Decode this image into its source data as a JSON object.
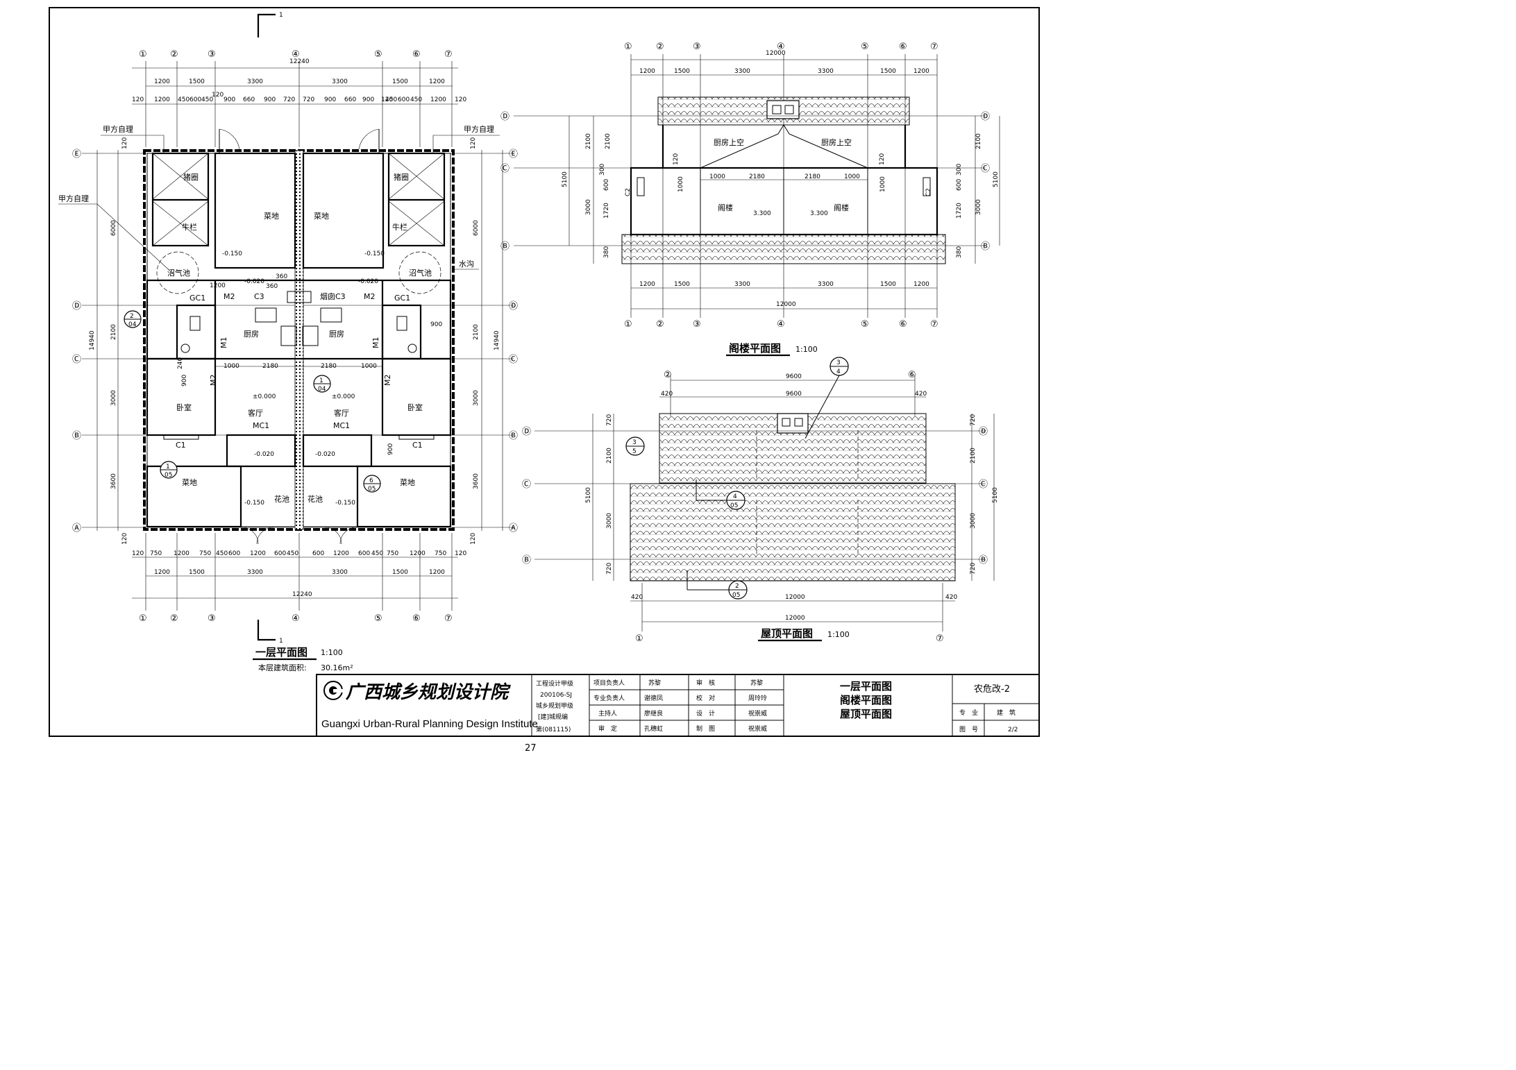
{
  "page": {
    "number": "27"
  },
  "grid": {
    "cols_ground": [
      "①",
      "②",
      "③",
      "④",
      "⑤",
      "⑥",
      "⑦"
    ],
    "cols_attic": [
      "①",
      "②",
      "③",
      "④",
      "⑤",
      "⑥",
      "⑦"
    ],
    "rows_ground": [
      "Ⓔ",
      "Ⓓ",
      "Ⓒ",
      "Ⓑ",
      "Ⓐ"
    ],
    "rows_attic": [
      "Ⓓ",
      "Ⓒ",
      "Ⓑ"
    ],
    "roof_top_axes": [
      "②",
      "⑥"
    ],
    "roof_bottom_axes": [
      "①",
      "⑦"
    ],
    "roof_rows": [
      "Ⓓ",
      "Ⓒ",
      "Ⓑ"
    ]
  },
  "section_mark": {
    "label": "1"
  },
  "ground": {
    "title": "一层平面图",
    "scale": "1:100",
    "area_label": "本层建筑面积:",
    "area_value": "30.16m²",
    "total_width": "12240",
    "dims_top_1": [
      "1200",
      "1500",
      "3300",
      "3300",
      "1500",
      "1200"
    ],
    "dims_top_2": [
      "120",
      "1200",
      "450",
      "600",
      "450",
      "120",
      "900",
      "660",
      "900",
      "720",
      "720",
      "900",
      "660",
      "900",
      "120",
      "450",
      "600",
      "450",
      "1200",
      "120"
    ],
    "dims_bottom_1": [
      "120",
      "750",
      "1200",
      "750",
      "450",
      "600",
      "1200",
      "600",
      "450",
      "600",
      "1200",
      "600",
      "450",
      "750",
      "1200",
      "750",
      "120"
    ],
    "dims_bottom_2": [
      "1200",
      "1500",
      "3300",
      "3300",
      "1500",
      "1200"
    ],
    "dims_left": [
      "120",
      "6000",
      "2100",
      "3000",
      "3600",
      "120"
    ],
    "dims_left_total": "14940",
    "dims_right_total": "14940",
    "rooms": {
      "pig_pen": "猪圈",
      "cattle_pen": "牛栏",
      "veg_plot": "菜地",
      "biogas": "沼气池",
      "kitchen": "厨房",
      "bedroom": "卧室",
      "living": "客厅",
      "flower_bed": "花池",
      "ditch": "水沟",
      "flue": "烟囱",
      "self_built": "甲方自理"
    },
    "tags": {
      "M1": "M1",
      "M2": "M2",
      "C1": "C1",
      "C3": "C3",
      "GC1": "GC1",
      "MC1": "MC1"
    },
    "elevations": {
      "e0": "±0.000",
      "e1": "-0.020",
      "e2": "-0.150"
    },
    "local_dims": [
      "1200",
      "360",
      "360",
      "120",
      "900",
      "240",
      "900",
      "1000",
      "2180",
      "2180",
      "1000",
      "900"
    ],
    "callouts": [
      {
        "num": "2",
        "ref": "04"
      },
      {
        "num": "1",
        "ref": "04"
      },
      {
        "num": "1",
        "ref": "05"
      },
      {
        "num": "6",
        "ref": "05"
      }
    ]
  },
  "attic": {
    "title": "阁楼平面图",
    "scale": "1:100",
    "total_width": "12000",
    "dims_top": [
      "1200",
      "1500",
      "3300",
      "3300",
      "1500",
      "1200"
    ],
    "dims_bottom": [
      "1200",
      "1500",
      "3300",
      "3300",
      "1500",
      "1200"
    ],
    "dims_left": [
      "2100",
      "300",
      "600",
      "3000",
      "1720",
      "380"
    ],
    "dims_left_total": "5100",
    "dims_right": [
      "2100",
      "300",
      "600",
      "3000",
      "1720",
      "380"
    ],
    "dims_right_total": "5100",
    "inner_dims": [
      "1000",
      "2180",
      "2180",
      "1000",
      "120",
      "120",
      "1000",
      "1000"
    ],
    "rooms": {
      "kitchen_void": "厨房上空",
      "loft": "阁楼"
    },
    "tags": {
      "C2": "C2"
    },
    "elevation": "3.300"
  },
  "roof": {
    "title": "屋顶平面图",
    "scale": "1:100",
    "top_width": "9600",
    "top_width_inner": "9600",
    "overhang": "420",
    "bottom_width": "12000",
    "bottom_width_2": "12000",
    "dims_left": [
      "720",
      "2100",
      "3000",
      "720"
    ],
    "dims_left_total": "5100",
    "dims_right": [
      "720",
      "2100",
      "3000",
      "720"
    ],
    "dims_right_total": "5100",
    "callouts": [
      {
        "num": "3",
        "ref": "4"
      },
      {
        "num": "3",
        "ref": "5"
      },
      {
        "num": "4",
        "ref": "05"
      },
      {
        "num": "2",
        "ref": "05"
      }
    ]
  },
  "title_block": {
    "institute_cn": "广西城乡规划设计院",
    "institute_en": "Guangxi Urban-Rural Planning Design Institute",
    "qual_lines": [
      "工程设计甲级",
      "200106-SJ",
      "城乡规划甲级",
      "[建]城规编",
      "第(081115)"
    ],
    "roles": [
      {
        "role": "项目负责人",
        "name": "苏黎",
        "role2": "审　核",
        "name2": "苏黎"
      },
      {
        "role": "专业负责人",
        "name": "谢德凤",
        "role2": "校　对",
        "name2": "周玲玲"
      },
      {
        "role": "主持人",
        "name": "廖继良",
        "role2": "设　计",
        "name2": "祝崇威"
      },
      {
        "role": "审　定",
        "name": "孔穗虹",
        "role2": "制　图",
        "name2": "祝崇威"
      }
    ],
    "drawing_names": [
      "一层平面图",
      "阁楼平面图",
      "屋顶平面图"
    ],
    "project": "农危改-2",
    "spec_label": "专　业",
    "spec_value": "建　筑",
    "no_label": "图　号",
    "no_value": "2/2"
  }
}
